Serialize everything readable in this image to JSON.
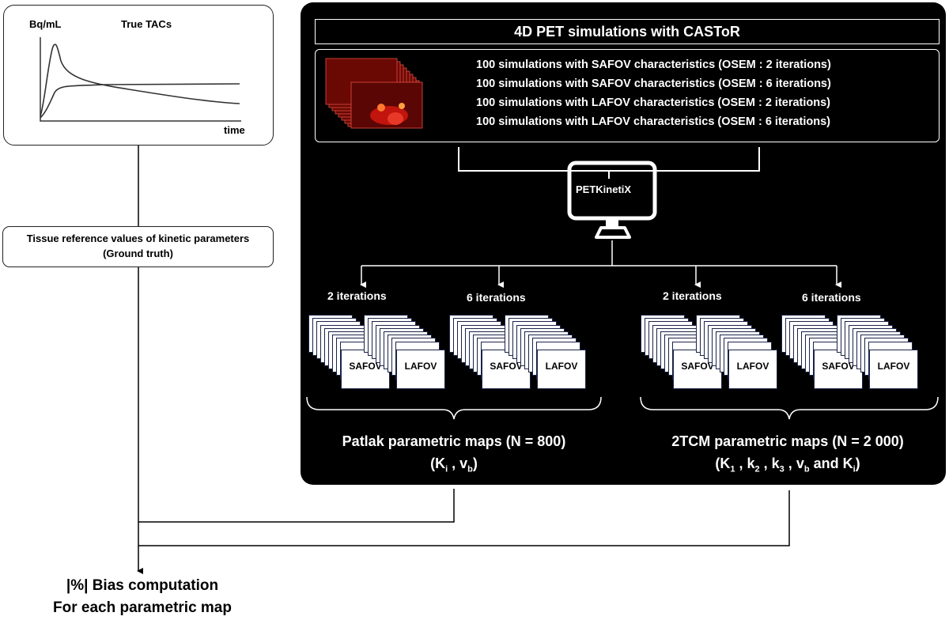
{
  "tac_chart": {
    "y_label": "Bq/mL",
    "title": "True TACs",
    "x_label": "time"
  },
  "reference_box": {
    "line1": "Tissue reference values of kinetic parameters",
    "line2": "(Ground truth)"
  },
  "simulation": {
    "title": "4D PET simulations with CASToR",
    "lines": [
      "100 simulations with  SAFOV characteristics (OSEM : 2 iterations)",
      "100 simulations with  SAFOV characteristics (OSEM : 6 iterations)",
      "100 simulations with  LAFOV characteristics (OSEM : 2 iterations)",
      "100 simulations with  LAFOV characteristics (OSEM : 6 iterations)"
    ]
  },
  "software": {
    "label": "PETKinetiX"
  },
  "groups": [
    {
      "iter_a": "2 iterations",
      "iter_b": "6 iterations",
      "stacks": [
        "SAFOV",
        "LAFOV",
        "SAFOV",
        "LAFOV"
      ],
      "title": "Patlak parametric maps (N = 800)",
      "params": [
        {
          "base": "K",
          "sub": "i"
        },
        {
          "base": "v",
          "sub": "b"
        }
      ]
    },
    {
      "iter_a": "2 iterations",
      "iter_b": "6 iterations",
      "stacks": [
        "SAFOV",
        "LAFOV",
        "SAFOV",
        "LAFOV"
      ],
      "title": "2TCM parametric maps (N = 2 000)",
      "params": [
        {
          "base": "K",
          "sub": "1"
        },
        {
          "base": "k",
          "sub": "2"
        },
        {
          "base": "k",
          "sub": "3"
        },
        {
          "base": "v",
          "sub": "b"
        },
        {
          "base": "K",
          "sub": "i"
        }
      ]
    }
  ],
  "output": {
    "line1": "|%| Bias computation",
    "line2": "For each parametric map"
  },
  "colors": {
    "panel": "#000000",
    "stack_edge": "#1a2448",
    "pet_red": "#c0140c"
  }
}
